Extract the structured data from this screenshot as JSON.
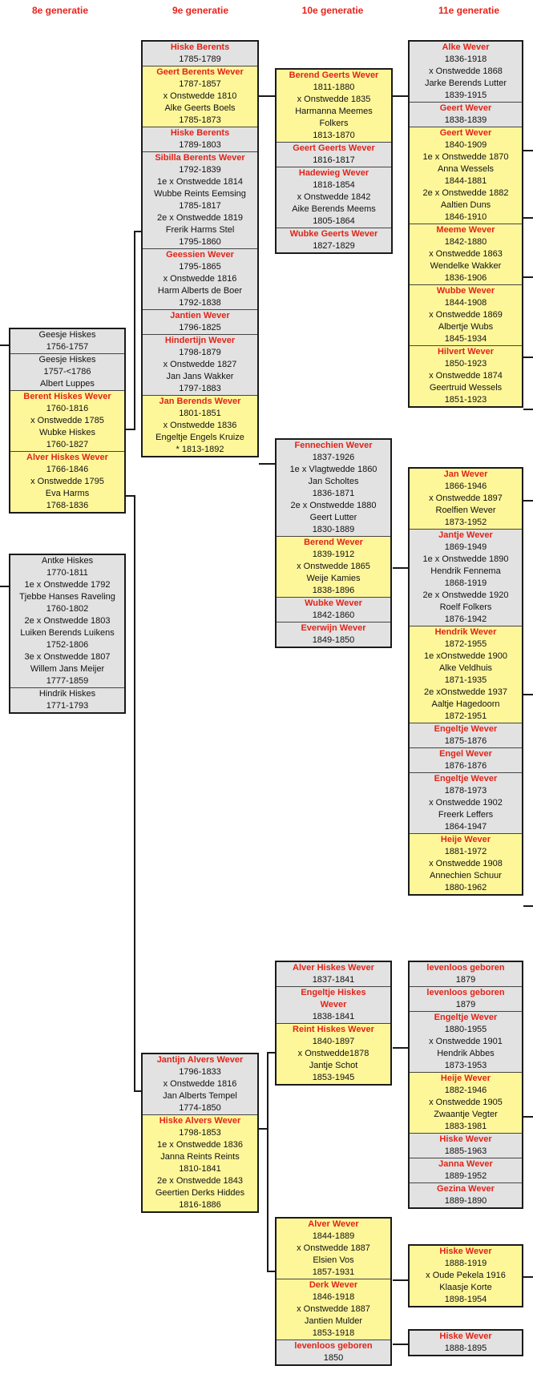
{
  "colors": {
    "header_red": "#e8221a",
    "yellow": "#fef79a",
    "gray": "#e2e2e2"
  },
  "headers": {
    "g8": "8e generatie",
    "g9": "9e generatie",
    "g10": "10e generatie",
    "g11": "11e generatie"
  },
  "boxes": [
    {
      "id": "b9a",
      "people": [
        {
          "c": "gray",
          "lines": [
            "Hiske Berents",
            "1785-1789"
          ],
          "red": true
        },
        {
          "c": "yellow",
          "lines": [
            "Geert Berents Wever",
            "1787-1857",
            "x Onstwedde 1810",
            "Alke Geerts Boels",
            "1785-1873"
          ],
          "red": true
        },
        {
          "c": "gray",
          "lines": [
            "Hiske Berents",
            "1789-1803"
          ],
          "red": true
        },
        {
          "c": "gray",
          "lines": [
            "Sibilla Berents Wever",
            "1792-1839",
            "1e x Onstwedde 1814",
            "Wubbe Reints Eemsing",
            "1785-1817",
            "2e x Onstwedde 1819",
            "Frerik Harms Stel",
            "1795-1860"
          ],
          "red": true
        },
        {
          "c": "gray",
          "lines": [
            "Geessien Wever",
            "1795-1865",
            "x Onstwedde 1816",
            "Harm Alberts de Boer",
            "1792-1838"
          ],
          "red": true
        },
        {
          "c": "gray",
          "lines": [
            "Jantien Wever",
            "1796-1825"
          ],
          "red": true
        },
        {
          "c": "gray",
          "lines": [
            "Hindertijn Wever",
            "1798-1879",
            "x Onstwedde 1827",
            "Jan Jans Wakker",
            "1797-1883"
          ],
          "red": true
        },
        {
          "c": "yellow",
          "lines": [
            "Jan Berends Wever",
            "1801-1851",
            "x Onstwedde 1836",
            "Engeltje Engels Kruize",
            "* 1813-1892"
          ],
          "red": true
        }
      ]
    },
    {
      "id": "b10a",
      "people": [
        {
          "c": "yellow",
          "lines": [
            "Berend Geerts Wever",
            "1811-1880",
            "x Onstwedde 1835",
            "Harmanna Meemes",
            "Folkers",
            "1813-1870"
          ],
          "red": true
        },
        {
          "c": "gray",
          "lines": [
            "Geert Geerts Wever",
            "1816-1817"
          ],
          "red": true
        },
        {
          "c": "gray",
          "lines": [
            "Hadewieg Wever",
            "1818-1854",
            "x Onstwedde 1842",
            "Aike Berends Meems",
            "1805-1864"
          ],
          "red": true
        },
        {
          "c": "gray",
          "lines": [
            "Wubke Geerts Wever",
            "1827-1829"
          ],
          "red": true
        }
      ]
    },
    {
      "id": "b11a",
      "people": [
        {
          "c": "gray",
          "lines": [
            "Alke Wever",
            "1836-1918",
            "x Onstwedde 1868",
            "Jarke Berends Lutter",
            "1839-1915"
          ],
          "red": true
        },
        {
          "c": "gray",
          "lines": [
            "Geert Wever",
            "1838-1839"
          ],
          "red": true
        },
        {
          "c": "yellow",
          "lines": [
            "Geert Wever",
            "1840-1909",
            "1e x Onstwedde 1870",
            "Anna Wessels",
            "1844-1881",
            "2e x Onstwedde 1882",
            "Aaltien Duns",
            "1846-1910"
          ],
          "red": true
        },
        {
          "c": "yellow",
          "lines": [
            "Meeme Wever",
            "1842-1880",
            "x Onstwedde 1863",
            "Wendelke Wakker",
            "1836-1906"
          ],
          "red": true
        },
        {
          "c": "yellow",
          "lines": [
            "Wubbe Wever",
            "1844-1908",
            "x Onstwedde 1869",
            "Albertje Wubs",
            "1845-1934"
          ],
          "red": true
        },
        {
          "c": "yellow",
          "lines": [
            "Hilvert Wever",
            "1850-1923",
            "x Onstwedde 1874",
            "Geertruid Wessels",
            "1851-1923"
          ],
          "red": true
        }
      ]
    },
    {
      "id": "b8a",
      "people": [
        {
          "c": "gray",
          "lines": [
            "Geesje Hiskes",
            "1756-1757"
          ],
          "red": false
        },
        {
          "c": "gray",
          "lines": [
            "Geesje Hiskes",
            "1757-<1786",
            "Albert Luppes"
          ],
          "red": false
        },
        {
          "c": "yellow",
          "lines": [
            "Berent Hiskes Wever",
            "1760-1816",
            "x Onstwedde 1785",
            "Wubke Hiskes",
            "1760-1827"
          ],
          "red": true
        },
        {
          "c": "yellow",
          "lines": [
            "Alver Hiskes Wever",
            "1766-1846",
            "x Onstwedde 1795",
            "Eva Harms",
            "1768-1836"
          ],
          "red": true
        }
      ]
    },
    {
      "id": "b10b",
      "people": [
        {
          "c": "gray",
          "lines": [
            "Fennechien Wever",
            "1837-1926",
            "1e x Vlagtwedde 1860",
            "Jan Scholtes",
            "1836-1871",
            "2e x Onstwedde 1880",
            "Geert Lutter",
            "1830-1889"
          ],
          "red": true
        },
        {
          "c": "yellow",
          "lines": [
            "Berend Wever",
            "1839-1912",
            "x Onstwedde 1865",
            "Weije Kamies",
            "1838-1896"
          ],
          "red": true
        },
        {
          "c": "gray",
          "lines": [
            "Wubke Wever",
            "1842-1860"
          ],
          "red": true
        },
        {
          "c": "gray",
          "lines": [
            "Everwijn Wever",
            "1849-1850"
          ],
          "red": true
        }
      ]
    },
    {
      "id": "b11b",
      "people": [
        {
          "c": "yellow",
          "lines": [
            "Jan Wever",
            "1866-1946",
            "x Onstwedde 1897",
            "Roelfien Wever",
            "1873-1952"
          ],
          "red": true
        },
        {
          "c": "gray",
          "lines": [
            "Jantje Wever",
            "1869-1949",
            "1e x Onstwedde 1890",
            "Hendrik Fennema",
            "1868-1919",
            "2e x Onstwedde 1920",
            "Roelf Folkers",
            "1876-1942"
          ],
          "red": true
        },
        {
          "c": "yellow",
          "lines": [
            "Hendrik Wever",
            "1872-1955",
            "1e xOnstwedde 1900",
            "Alke Veldhuis",
            "1871-1935",
            "2e xOnstwedde 1937",
            "Aaltje Hagedoorn",
            "1872-1951"
          ],
          "red": true
        },
        {
          "c": "gray",
          "lines": [
            "Engeltje Wever",
            "1875-1876"
          ],
          "red": true
        },
        {
          "c": "gray",
          "lines": [
            "Engel Wever",
            "1876-1876"
          ],
          "red": true
        },
        {
          "c": "gray",
          "lines": [
            "Engeltje Wever",
            "1878-1973",
            "x Onstwedde 1902",
            "Freerk Leffers",
            "1864-1947"
          ],
          "red": true
        },
        {
          "c": "yellow",
          "lines": [
            "Heije Wever",
            "1881-1972",
            "x Onstwedde 1908",
            "Annechien Schuur",
            "1880-1962"
          ],
          "red": true
        }
      ]
    },
    {
      "id": "b8b",
      "people": [
        {
          "c": "gray",
          "lines": [
            "Antke Hiskes",
            "1770-1811",
            "1e x Onstwedde 1792",
            "Tjebbe Hanses Raveling",
            "1760-1802",
            "2e x Onstwedde 1803",
            "Luiken Berends Luikens",
            "1752-1806",
            "3e x Onstwedde 1807",
            "Willem Jans Meijer",
            "1777-1859"
          ],
          "red": false
        },
        {
          "c": "gray",
          "lines": [
            "Hindrik Hiskes",
            "1771-1793"
          ],
          "red": false
        }
      ]
    },
    {
      "id": "b10c",
      "people": [
        {
          "c": "gray",
          "lines": [
            "Alver Hiskes Wever",
            "1837-1841"
          ],
          "red": true
        },
        {
          "c": "gray",
          "lines": [
            "Engeltje Hiskes",
            "Wever",
            "1838-1841"
          ],
          "red": true,
          "nl": 2
        },
        {
          "c": "yellow",
          "lines": [
            "Reint Hiskes Wever",
            "1840-1897",
            "x Onstwedde1878",
            "Jantje Schot",
            "1853-1945"
          ],
          "red": true
        }
      ]
    },
    {
      "id": "b11c",
      "people": [
        {
          "c": "gray",
          "lines": [
            "levenloos geboren",
            "1879"
          ],
          "red": true
        },
        {
          "c": "gray",
          "lines": [
            "levenloos geboren",
            "1879"
          ],
          "red": true
        },
        {
          "c": "gray",
          "lines": [
            "Engeltje Wever",
            "1880-1955",
            "x Onstwedde 1901",
            "Hendrik Abbes",
            "1873-1953"
          ],
          "red": true
        },
        {
          "c": "yellow",
          "lines": [
            "Heije Wever",
            "1882-1946",
            "x Onstwedde 1905",
            "Zwaantje Vegter",
            "1883-1981"
          ],
          "red": true
        },
        {
          "c": "gray",
          "lines": [
            "Hiske Wever",
            "1885-1963"
          ],
          "red": true
        },
        {
          "c": "gray",
          "lines": [
            "Janna Wever",
            "1889-1952"
          ],
          "red": true
        },
        {
          "c": "gray",
          "lines": [
            "Gezina Wever",
            "1889-1890"
          ],
          "red": true
        }
      ]
    },
    {
      "id": "b9b",
      "people": [
        {
          "c": "gray",
          "lines": [
            "Jantijn Alvers Wever",
            "1796-1833",
            "x Onstwedde 1816",
            "Jan Alberts Tempel",
            "1774-1850"
          ],
          "red": true
        },
        {
          "c": "yellow",
          "lines": [
            "Hiske Alvers Wever",
            "1798-1853",
            "1e x Onstwedde 1836",
            "Janna Reints Reints",
            "1810-1841",
            "2e x Onstwedde 1843",
            "Geertien Derks Hiddes",
            "1816-1886"
          ],
          "red": true
        }
      ]
    },
    {
      "id": "b10d",
      "people": [
        {
          "c": "yellow",
          "lines": [
            "Alver Wever",
            "1844-1889",
            "x Onstwedde 1887",
            "Elsien Vos",
            "1857-1931"
          ],
          "red": true
        },
        {
          "c": "yellow",
          "lines": [
            "Derk Wever",
            "1846-1918",
            "x Onstwedde 1887",
            "Jantien Mulder",
            "1853-1918"
          ],
          "red": true
        },
        {
          "c": "gray",
          "lines": [
            "levenloos geboren",
            "1850"
          ],
          "red": true
        }
      ]
    },
    {
      "id": "b11d",
      "people": [
        {
          "c": "yellow",
          "lines": [
            "Hiske Wever",
            "1888-1919",
            "x Oude Pekela 1916",
            "Klaasje Korte",
            "1898-1954"
          ],
          "red": true
        }
      ]
    },
    {
      "id": "b11e",
      "people": [
        {
          "c": "gray",
          "lines": [
            "Hiske Wever",
            "1888-1895"
          ],
          "red": true
        }
      ]
    }
  ]
}
